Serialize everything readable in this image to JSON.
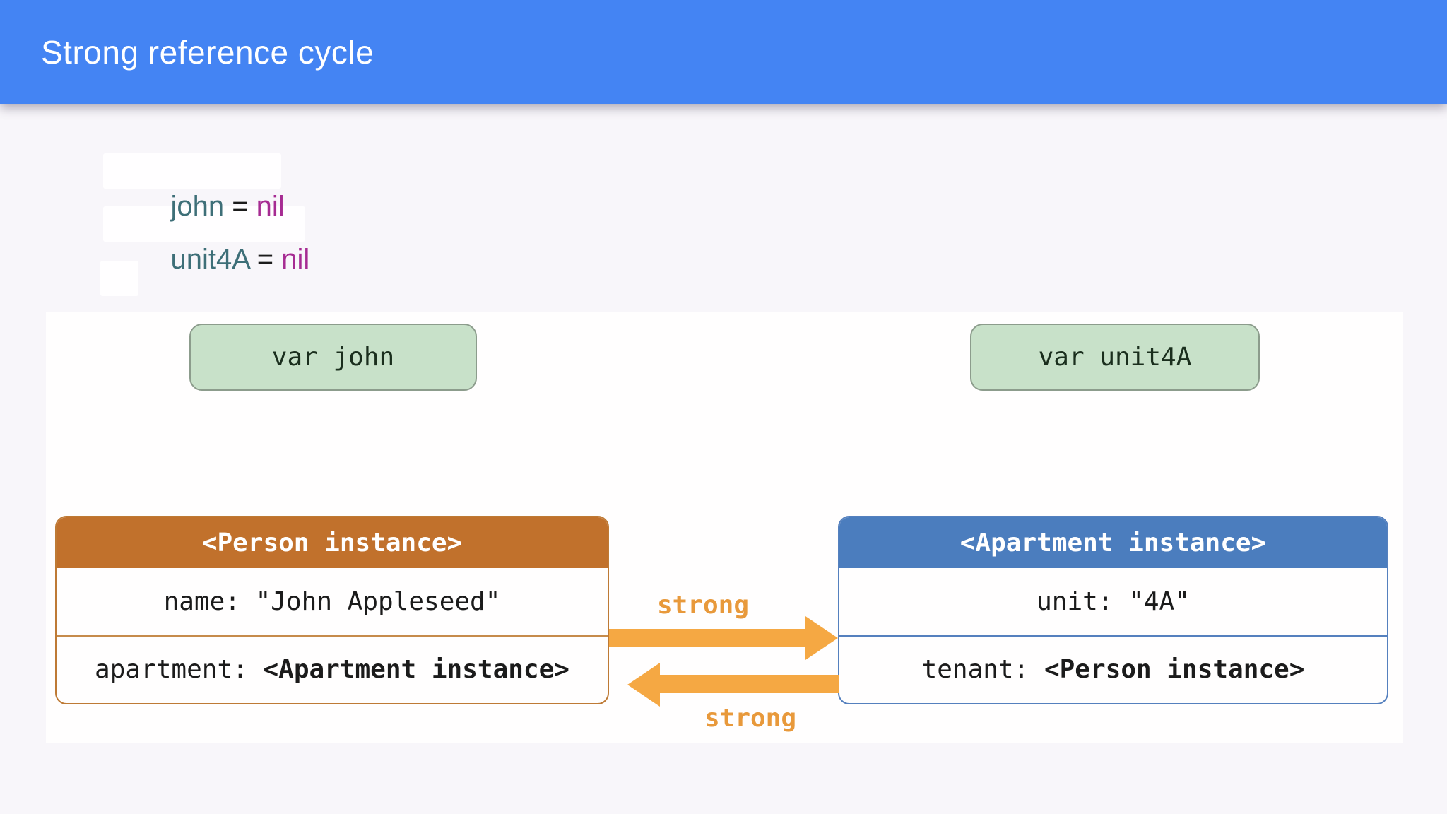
{
  "header": {
    "title": "Strong reference cycle",
    "bar_color": "#4484f3",
    "title_color": "#ffffff"
  },
  "code": {
    "syntax_colors": {
      "identifier": "#3e6f78",
      "operator": "#1b1b1b",
      "keyword": "#a62b92"
    },
    "lines": [
      {
        "tokens": [
          {
            "text": "john",
            "type": "identifier"
          },
          {
            "text": " = ",
            "type": "operator"
          },
          {
            "text": "nil",
            "type": "keyword"
          }
        ]
      },
      {
        "tokens": [
          {
            "text": "unit4A",
            "type": "identifier"
          },
          {
            "text": " = ",
            "type": "operator"
          },
          {
            "text": "nil",
            "type": "keyword"
          }
        ]
      }
    ]
  },
  "diagram": {
    "variables": [
      {
        "label": "var john",
        "fill": "#c8e1c9",
        "border": "#8c9c8c"
      },
      {
        "label": "var unit4A",
        "fill": "#c8e1c9",
        "border": "#8c9c8c"
      }
    ],
    "instances": [
      {
        "title": "<Person instance>",
        "header_color": "#c1712c",
        "border_color": "#be7a35",
        "rows": [
          {
            "label": "name: ",
            "value": "\"John Appleseed\""
          },
          {
            "label": "apartment: ",
            "value": "<Apartment instance>"
          }
        ]
      },
      {
        "title": "<Apartment instance>",
        "header_color": "#4b7dbe",
        "border_color": "#5580be",
        "rows": [
          {
            "label": "unit: ",
            "value": "\"4A\""
          },
          {
            "label": "tenant: ",
            "value": "<Person instance>"
          }
        ]
      }
    ],
    "arrows": {
      "color": "#f5a843",
      "label_color": "#e8993b",
      "right_label": "strong",
      "left_label": "strong"
    }
  }
}
